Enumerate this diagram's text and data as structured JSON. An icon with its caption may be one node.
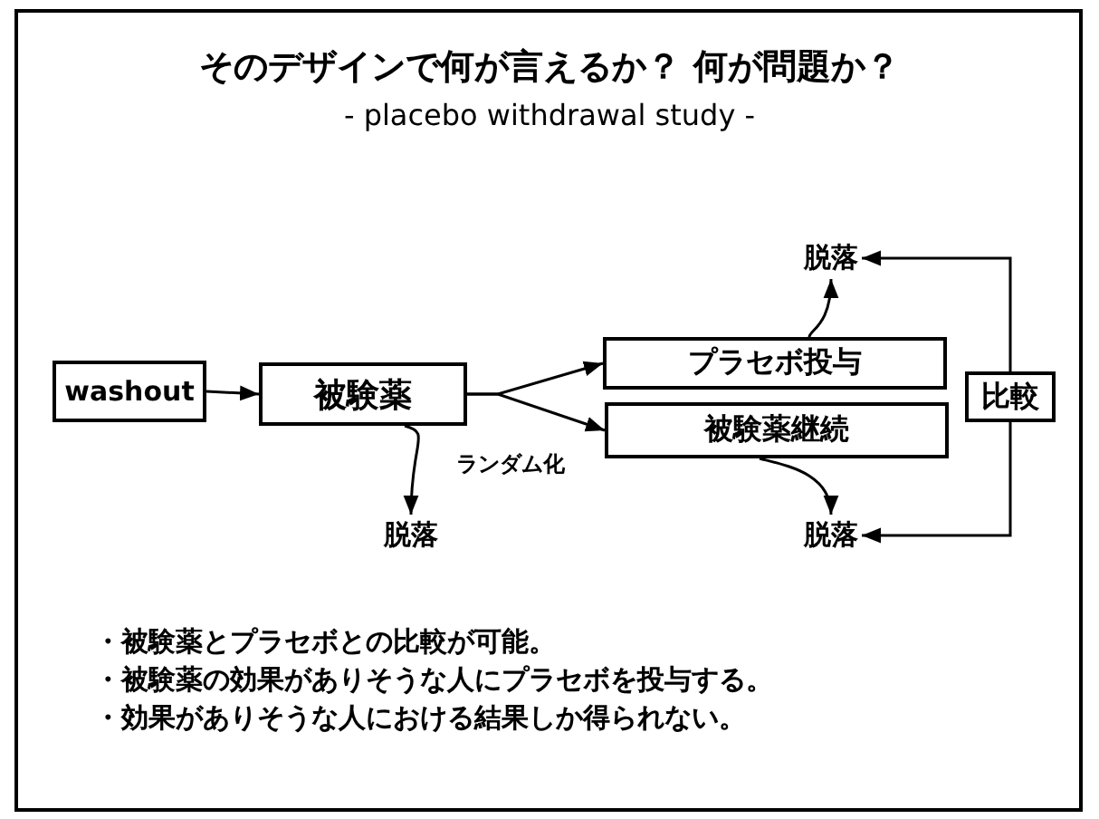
{
  "diagram": {
    "title": "そのデザインで何が言えるか？ 何が問題か？",
    "caption": "- placebo withdrawal study -",
    "nodes": [
      {
        "text": [
          "washout"
        ]
      },
      {
        "text": [
          "被験薬"
        ]
      },
      {
        "text": [
          "プラセボ投与"
        ]
      },
      {
        "text": [
          "被験薬継続"
        ]
      },
      {
        "text": [
          "比較"
        ]
      },
      {
        "text": [
          "脱落"
        ]
      },
      {
        "text": [
          "脱落"
        ]
      },
      {
        "text": [
          "脱落"
        ]
      }
    ],
    "edges": [
      {
        "from": 0,
        "to": 1,
        "arrow": "to"
      },
      {
        "from": 1,
        "to": 2,
        "arrow": "to"
      },
      {
        "from": 1,
        "to": 3,
        "arrow": "to"
      },
      {
        "from": 1,
        "to": 7,
        "arrow": "to"
      },
      {
        "from": 2,
        "to": 5,
        "arrow": "to"
      },
      {
        "from": 3,
        "to": 6,
        "arrow": "to"
      },
      {
        "from": 4,
        "to": 5,
        "arrow": "to"
      },
      {
        "from": 4,
        "to": 6,
        "arrow": "to"
      }
    ],
    "labels": [
      "ランダム化",
      "・被験薬とプラセボとの比較が可能。",
      "・被験薬の効果がありそうな人にプラセボを投与する。",
      "・効果がありそうな人における結果しか得られない。"
    ]
  }
}
